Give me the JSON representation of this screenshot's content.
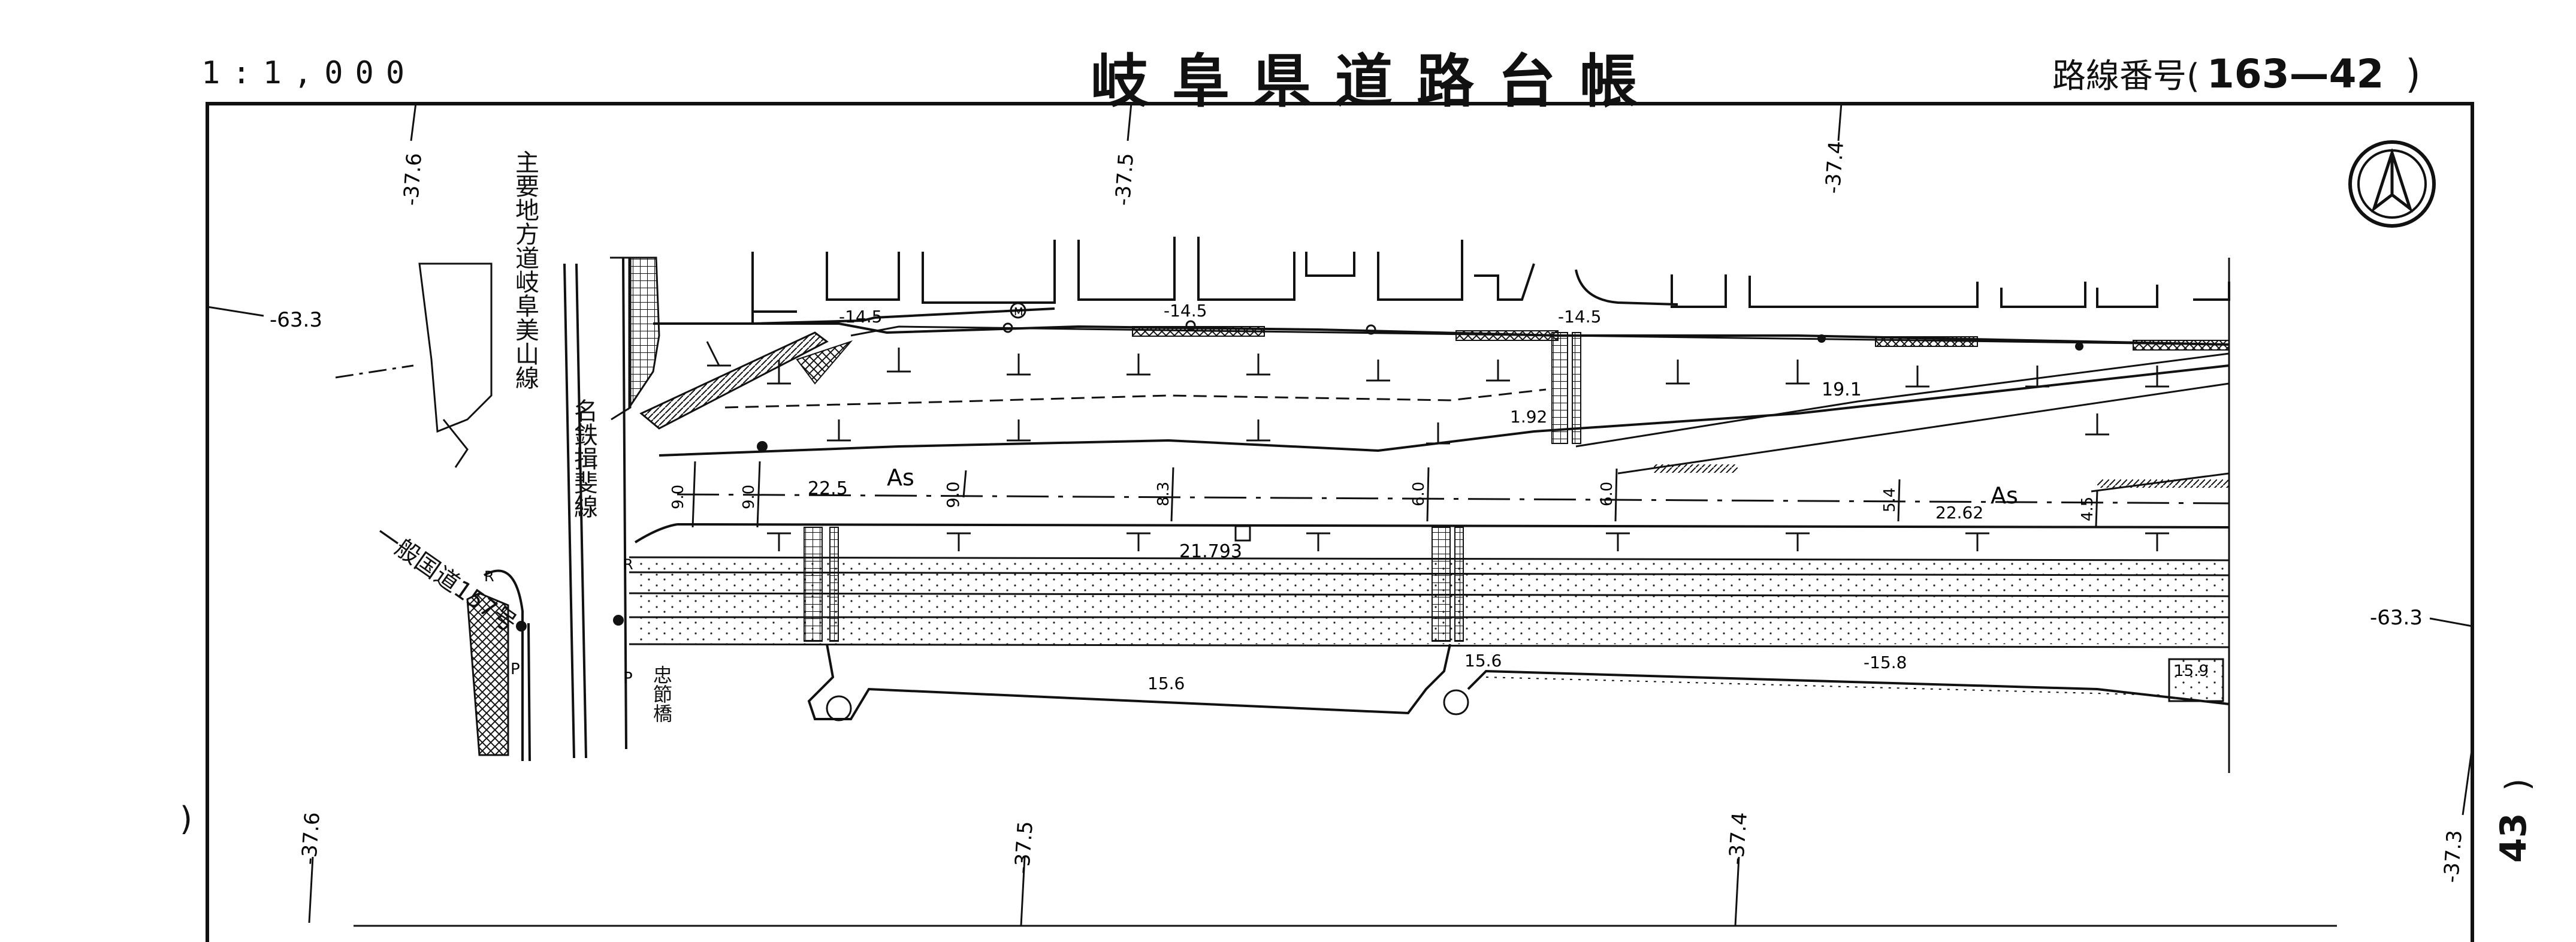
{
  "header": {
    "scale": "1:1,000",
    "title": "岐阜県道路台帳",
    "route_label": "路線番号(",
    "route_number": "163—42",
    "route_close": ")"
  },
  "elevations": {
    "top_1": "-37.6",
    "top_2": "-37.5",
    "top_3": "-37.4",
    "left": "-63.3",
    "right": "-63.3",
    "bottom_1": "-37.6",
    "bottom_2": "-37.5",
    "bottom_3": "-37.4",
    "bottom_4": "-37.3"
  },
  "roads": {
    "main_prefectural": "主要地方道岐阜美山線",
    "railway": "名鉄揖斐線",
    "national": "一般国道157号",
    "bridge": "忠節橋"
  },
  "surface_labels": {
    "as_left": "As",
    "as_right": "As"
  },
  "dimensions": {
    "d1": "-14.5",
    "d2": "-14.5",
    "d3": "-14.5",
    "d4": "19.1",
    "d5": "1.92",
    "w1": "9.0",
    "w2": "9.0",
    "w3": "22.5",
    "w4": "9.0",
    "w5": "8.3",
    "w6": "6.0",
    "w7": "6.0",
    "w8": "5.4",
    "w9": "22.62",
    "w10": "4.5",
    "w11": "21.793",
    "s1": "15.6",
    "s2": "15.6",
    "s3": "-15.8",
    "s4": "15.9"
  },
  "markers": {
    "p1": "P",
    "p2": "P",
    "r1": "R",
    "r2": "R",
    "m1": "M"
  },
  "side_labels": {
    "left_paren": ")",
    "right_page": "43",
    "right_paren": ")"
  },
  "north_arrow": "north-arrow-icon"
}
